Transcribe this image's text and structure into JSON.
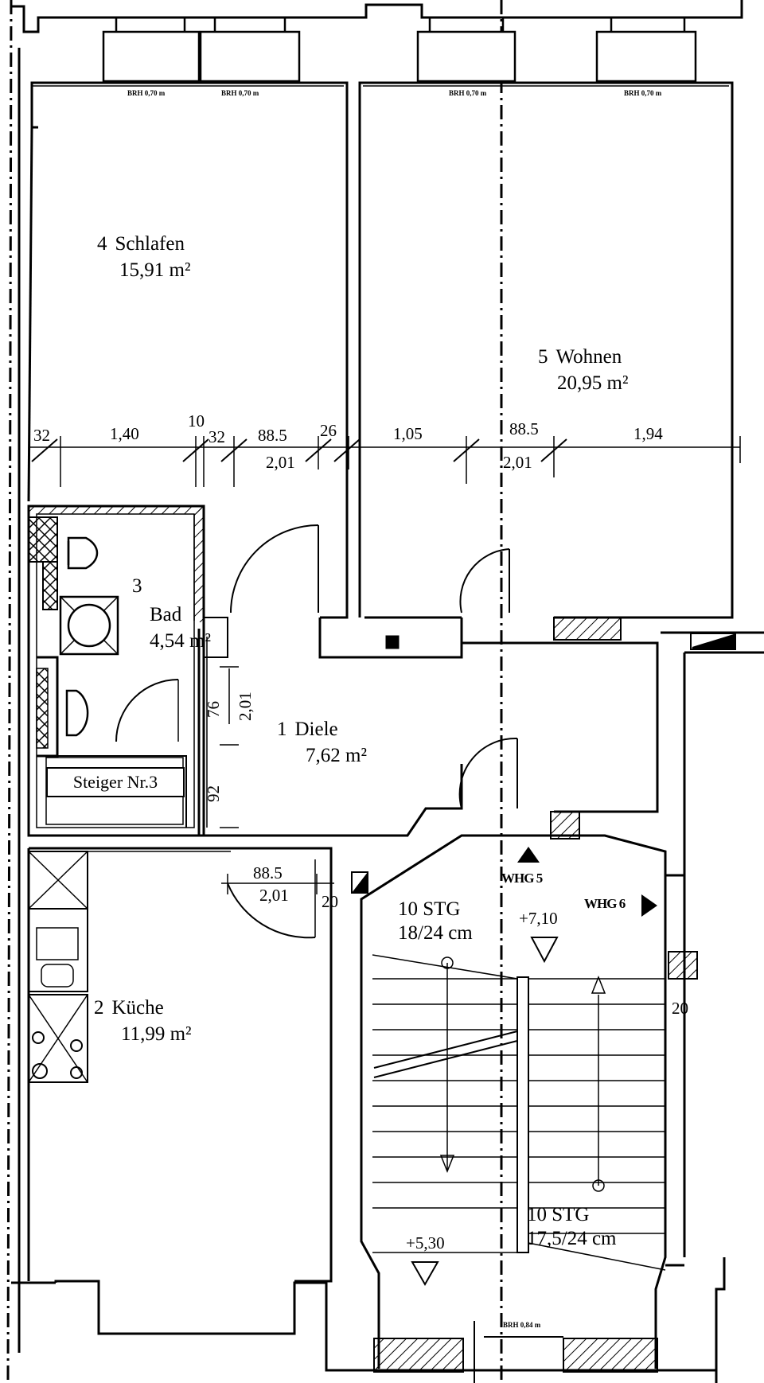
{
  "rooms": {
    "schlafen": {
      "number": "4",
      "name": "Schlafen",
      "area": "15,91 m²"
    },
    "wohnen": {
      "number": "5",
      "name": "Wohnen",
      "area": "20,95 m²"
    },
    "bad": {
      "number": "3",
      "name": "Bad",
      "area": "4,54 m²"
    },
    "diele": {
      "number": "1",
      "name": "Diele",
      "area": "7,62 m²"
    },
    "kueche": {
      "number": "2",
      "name": "Küche",
      "area": "11,99 m²"
    }
  },
  "window_labels": {
    "w1": "BRH 0,70 m",
    "w2": "BRH 0,70 m",
    "w3": "BRH 0,70 m",
    "w4": "BRH 0,70 m",
    "w5": "BRH 0,84 m"
  },
  "dimensions": {
    "d32a": "32",
    "d140": "1,40",
    "d10": "10",
    "d32b": "32",
    "d885a": "88.5",
    "d26": "26",
    "d105": "1,05",
    "d885b": "88.5",
    "d194": "1,94",
    "d201a": "2,01",
    "d201b": "2,01",
    "d201c": "2,01",
    "d76": "76",
    "d92": "92",
    "d885c": "88.5",
    "d201d": "2,01",
    "d20a": "20",
    "d20b": "20"
  },
  "stairs": {
    "upper": {
      "steps": "10 STG",
      "size": "18/24 cm"
    },
    "lower": {
      "steps": "10 STG",
      "size": "17,5/24 cm"
    },
    "level_upper": "+7,10",
    "level_lower": "+5,30",
    "whg5": "WHG 5",
    "whg6": "WHG 6"
  },
  "riser": "Steiger Nr.3"
}
